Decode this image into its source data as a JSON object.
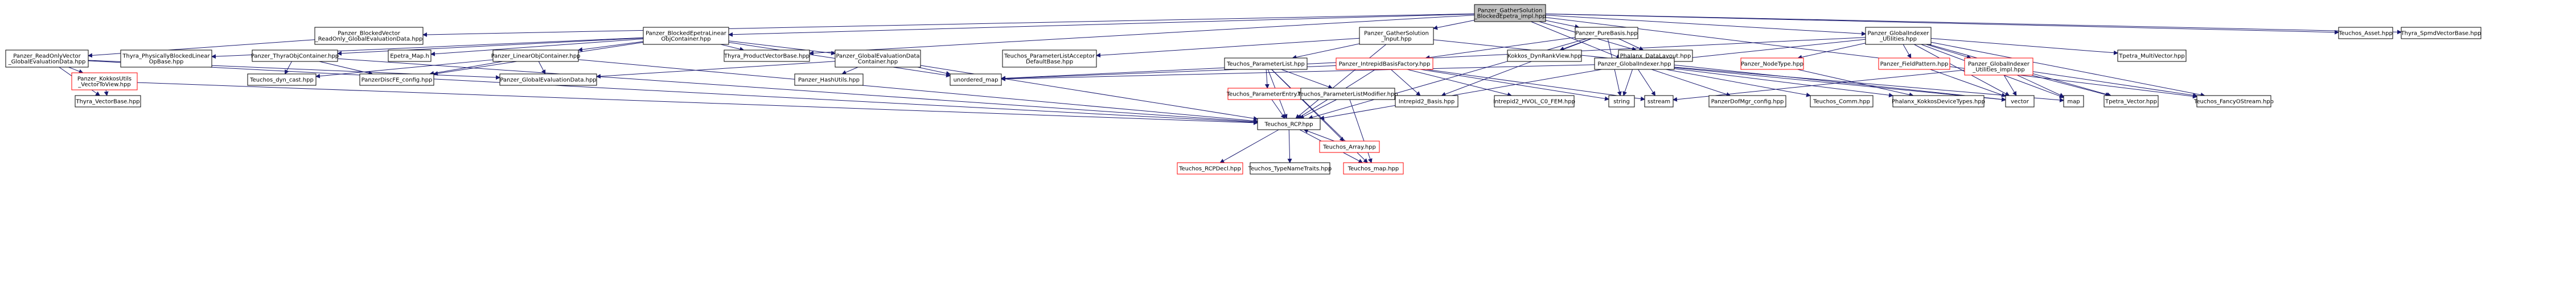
{
  "colors": {
    "edge": "#191970",
    "node_border": "#000000",
    "node_border_missing": "#ff0000",
    "node_fill": "#ffffff",
    "root_fill": "#bfbfbf",
    "text": "#000000"
  },
  "nodes": [
    {
      "id": "root",
      "lines": [
        "Panzer_GatherSolution",
        "_BlockedEpetra_impl.hpp"
      ],
      "root": true
    },
    {
      "id": "vec_ro",
      "lines": [
        "Panzer_BlockedVector",
        "_ReadOnly_GlobalEvaluationData.hpp"
      ]
    },
    {
      "id": "blk_linobj",
      "lines": [
        "Panzer_BlockedEpetraLinear",
        "ObjContainer.hpp"
      ]
    },
    {
      "id": "gs_input",
      "lines": [
        "Panzer_GatherSolution",
        "_Input.hpp"
      ]
    },
    {
      "id": "purebasis",
      "lines": [
        "Panzer_PureBasis.hpp"
      ]
    },
    {
      "id": "gi_utils",
      "lines": [
        "Panzer_GlobalIndexer",
        "_Utilities.hpp"
      ]
    },
    {
      "id": "t_asset",
      "lines": [
        "Teuchos_Asset.hpp"
      ]
    },
    {
      "id": "thyra_spmd",
      "lines": [
        "Thyra_SpmdVectorBase.hpp"
      ]
    },
    {
      "id": "ro_vec_ged",
      "lines": [
        "Panzer_ReadOnlyVector",
        "_GlobalEvaluationData.hpp"
      ]
    },
    {
      "id": "thyra_pbl",
      "lines": [
        "Thyra_PhysicallyBlockedLinear",
        "OpBase.hpp"
      ]
    },
    {
      "id": "thyraobj",
      "lines": [
        "Panzer_ThyraObjContainer.hpp"
      ]
    },
    {
      "id": "epetra_map",
      "lines": [
        "Epetra_Map.h"
      ]
    },
    {
      "id": "linobj",
      "lines": [
        "Panzer_LinearObjContainer.hpp"
      ]
    },
    {
      "id": "thyra_pvb",
      "lines": [
        "Thyra_ProductVectorBase.hpp"
      ]
    },
    {
      "id": "ged_container",
      "lines": [
        "Panzer_GlobalEvaluationData",
        "Container.hpp"
      ]
    },
    {
      "id": "t_pl_acceptor",
      "lines": [
        "Teuchos_ParameterListAcceptor",
        "DefaultBase.hpp"
      ]
    },
    {
      "id": "kokkos_dynrank",
      "lines": [
        "Kokkos_DynRankView.hpp"
      ]
    },
    {
      "id": "phalanx_layout",
      "lines": [
        "Phalanx_DataLayout.hpp"
      ]
    },
    {
      "id": "tpetra_mv",
      "lines": [
        "Tpetra_MultiVector.hpp"
      ]
    },
    {
      "id": "kokkos_utils",
      "lines": [
        "Panzer_KokkosUtils",
        "_VectorToView.hpp"
      ],
      "missing": true
    },
    {
      "id": "t_dyncast",
      "lines": [
        "Teuchos_dyn_cast.hpp"
      ]
    },
    {
      "id": "panzer_config",
      "lines": [
        "PanzerDiscFE_config.hpp"
      ]
    },
    {
      "id": "ged",
      "lines": [
        "Panzer_GlobalEvaluationData.hpp"
      ]
    },
    {
      "id": "hashutils",
      "lines": [
        "Panzer_HashUtils.hpp"
      ]
    },
    {
      "id": "unordered_map",
      "lines": [
        "unordered_map"
      ]
    },
    {
      "id": "t_pl",
      "lines": [
        "Teuchos_ParameterList.hpp"
      ]
    },
    {
      "id": "intrepid_factory",
      "lines": [
        "Panzer_IntrepidBasisFactory.hpp"
      ],
      "missing": true
    },
    {
      "id": "globalindexer",
      "lines": [
        "Panzer_GlobalIndexer.hpp"
      ]
    },
    {
      "id": "nodetype",
      "lines": [
        "Panzer_NodeType.hpp"
      ],
      "missing": true
    },
    {
      "id": "fieldpattern",
      "lines": [
        "Panzer_FieldPattern.hpp"
      ],
      "missing": true
    },
    {
      "id": "gi_utils_impl",
      "lines": [
        "Panzer_GlobalIndexer",
        "_Utilities_impl.hpp"
      ],
      "missing": true
    },
    {
      "id": "thyra_vb",
      "lines": [
        "Thyra_VectorBase.hpp"
      ]
    },
    {
      "id": "t_pe",
      "lines": [
        "Teuchos_ParameterEntry.hpp"
      ],
      "missing": true
    },
    {
      "id": "t_plmod",
      "lines": [
        "Teuchos_ParameterListModifier.hpp"
      ]
    },
    {
      "id": "intrepid_basis",
      "lines": [
        "Intrepid2_Basis.hpp"
      ]
    },
    {
      "id": "intrepid_hvol",
      "lines": [
        "Intrepid2_HVOL_C0_FEM.hpp"
      ]
    },
    {
      "id": "string",
      "lines": [
        "string"
      ]
    },
    {
      "id": "sstream",
      "lines": [
        "sstream"
      ]
    },
    {
      "id": "dofmgr_config",
      "lines": [
        "PanzerDofMgr_config.hpp"
      ]
    },
    {
      "id": "t_comm",
      "lines": [
        "Teuchos_Comm.hpp"
      ]
    },
    {
      "id": "phalanx_kdt",
      "lines": [
        "Phalanx_KokkosDeviceTypes.hpp"
      ]
    },
    {
      "id": "vector",
      "lines": [
        "vector"
      ]
    },
    {
      "id": "map",
      "lines": [
        "map"
      ]
    },
    {
      "id": "tpetra_vec",
      "lines": [
        "Tpetra_Vector.hpp"
      ]
    },
    {
      "id": "t_fancy",
      "lines": [
        "Teuchos_FancyOStream.hpp"
      ]
    },
    {
      "id": "t_rcp",
      "lines": [
        "Teuchos_RCP.hpp"
      ]
    },
    {
      "id": "t_array",
      "lines": [
        "Teuchos_Array.hpp"
      ],
      "missing": true
    },
    {
      "id": "t_rcpdecl",
      "lines": [
        "Teuchos_RCPDecl.hpp"
      ],
      "missing": true
    },
    {
      "id": "t_tnt",
      "lines": [
        "Teuchos_TypeNameTraits.hpp"
      ]
    },
    {
      "id": "t_map",
      "lines": [
        "Teuchos_map.hpp"
      ],
      "missing": true
    }
  ],
  "edges": [
    [
      "root",
      "vec_ro"
    ],
    [
      "root",
      "blk_linobj"
    ],
    [
      "root",
      "gs_input"
    ],
    [
      "root",
      "purebasis"
    ],
    [
      "root",
      "gi_utils"
    ],
    [
      "root",
      "t_asset"
    ],
    [
      "root",
      "thyra_spmd"
    ],
    [
      "root",
      "thyra_pvb"
    ],
    [
      "root",
      "t_fancy"
    ],
    [
      "root",
      "phalanx_layout"
    ],
    [
      "root",
      "globalindexer"
    ],
    [
      "vec_ro",
      "ro_vec_ged"
    ],
    [
      "blk_linobj",
      "thyra_pbl"
    ],
    [
      "blk_linobj",
      "thyraobj"
    ],
    [
      "blk_linobj",
      "epetra_map"
    ],
    [
      "blk_linobj",
      "linobj"
    ],
    [
      "blk_linobj",
      "thyra_pvb"
    ],
    [
      "blk_linobj",
      "ged_container"
    ],
    [
      "blk_linobj",
      "panzer_config"
    ],
    [
      "blk_linobj",
      "unordered_map"
    ],
    [
      "gs_input",
      "t_pl_acceptor"
    ],
    [
      "gs_input",
      "t_pl"
    ],
    [
      "gs_input",
      "t_rcp"
    ],
    [
      "gs_input",
      "vector"
    ],
    [
      "purebasis",
      "kokkos_dynrank"
    ],
    [
      "purebasis",
      "phalanx_layout"
    ],
    [
      "purebasis",
      "intrepid_factory"
    ],
    [
      "purebasis",
      "intrepid_basis"
    ],
    [
      "purebasis",
      "string"
    ],
    [
      "purebasis",
      "t_rcp"
    ],
    [
      "gi_utils",
      "globalindexer"
    ],
    [
      "gi_utils",
      "nodetype"
    ],
    [
      "gi_utils",
      "fieldpattern"
    ],
    [
      "gi_utils",
      "gi_utils_impl"
    ],
    [
      "gi_utils",
      "tpetra_mv"
    ],
    [
      "gi_utils",
      "tpetra_vec"
    ],
    [
      "gi_utils",
      "map"
    ],
    [
      "gi_utils",
      "vector"
    ],
    [
      "gi_utils",
      "t_fancy"
    ],
    [
      "gi_utils",
      "unordered_map"
    ],
    [
      "ro_vec_ged",
      "kokkos_utils"
    ],
    [
      "ro_vec_ged",
      "thyra_vb"
    ],
    [
      "ro_vec_ged",
      "ged"
    ],
    [
      "ro_vec_ged",
      "t_rcp"
    ],
    [
      "kokkos_utils",
      "thyra_vb"
    ],
    [
      "kokkos_utils",
      "t_rcp"
    ],
    [
      "thyraobj",
      "t_dyncast"
    ],
    [
      "thyraobj",
      "panzer_config"
    ],
    [
      "thyraobj",
      "t_rcp"
    ],
    [
      "linobj",
      "t_dyncast"
    ],
    [
      "linobj",
      "panzer_config"
    ],
    [
      "linobj",
      "ged"
    ],
    [
      "linobj",
      "t_rcp"
    ],
    [
      "ged_container",
      "hashutils"
    ],
    [
      "ged_container",
      "unordered_map"
    ],
    [
      "ged_container",
      "ged"
    ],
    [
      "ged_container",
      "t_rcp"
    ],
    [
      "t_pl",
      "t_pe"
    ],
    [
      "t_pl",
      "t_plmod"
    ],
    [
      "t_pl",
      "t_rcp"
    ],
    [
      "t_pl",
      "t_array"
    ],
    [
      "t_pl",
      "t_map"
    ],
    [
      "t_pe",
      "t_rcp"
    ],
    [
      "t_plmod",
      "t_rcp"
    ],
    [
      "t_plmod",
      "t_map"
    ],
    [
      "t_array",
      "t_rcp"
    ],
    [
      "intrepid_factory",
      "intrepid_basis"
    ],
    [
      "intrepid_factory",
      "intrepid_hvol"
    ],
    [
      "intrepid_factory",
      "string"
    ],
    [
      "intrepid_factory",
      "sstream"
    ],
    [
      "intrepid_factory",
      "t_rcp"
    ],
    [
      "intrepid_factory",
      "unordered_map"
    ],
    [
      "globalindexer",
      "dofmgr_config"
    ],
    [
      "globalindexer",
      "t_comm"
    ],
    [
      "globalindexer",
      "phalanx_kdt"
    ],
    [
      "globalindexer",
      "vector"
    ],
    [
      "globalindexer",
      "string"
    ],
    [
      "globalindexer",
      "map"
    ],
    [
      "globalindexer",
      "sstream"
    ],
    [
      "globalindexer",
      "t_rcp"
    ],
    [
      "globalindexer",
      "unordered_map"
    ],
    [
      "nodetype",
      "phalanx_kdt"
    ],
    [
      "fieldpattern",
      "vector"
    ],
    [
      "gi_utils_impl",
      "vector"
    ],
    [
      "gi_utils_impl",
      "map"
    ],
    [
      "gi_utils_impl",
      "sstream"
    ],
    [
      "gi_utils_impl",
      "tpetra_vec"
    ],
    [
      "gi_utils_impl",
      "t_fancy"
    ],
    [
      "t_rcp",
      "t_rcpdecl"
    ],
    [
      "t_rcp",
      "t_tnt"
    ],
    [
      "t_rcp",
      "t_map"
    ]
  ]
}
